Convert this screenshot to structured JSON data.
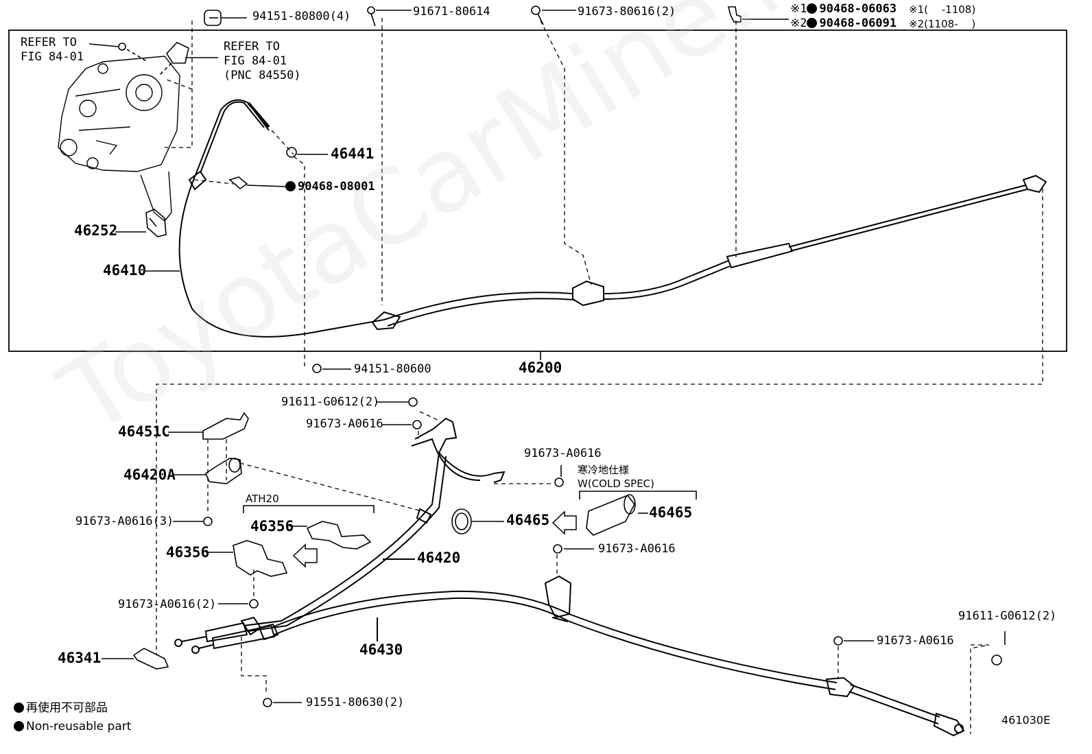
{
  "watermark": "ToyotaCarMine.ru",
  "diagram_code": "461030E",
  "refer_left": [
    "REFER TO",
    "FIG 84-01"
  ],
  "refer_right": [
    "REFER TO",
    "FIG 84-01",
    "(PNC 84550)"
  ],
  "variant_notes": {
    "mark1": "※1",
    "mark2": "※2",
    "part1": "90468-06063",
    "part2": "90468-06091",
    "range1": "※1(　 -1108)",
    "range2": "※2(1108-　 )"
  },
  "parts": {
    "p94151_80800": "94151-80800(4)",
    "p91671_80614": "91671-80614",
    "p91673_80616": "91673-80616(2)",
    "p46441": "46441",
    "p90468_08001": "90468-08001",
    "p46252": "46252",
    "p46410": "46410",
    "p94151_80600": "94151-80600",
    "p46200": "46200",
    "p91611_G0612a": "91611-G0612(2)",
    "p91673_A0616a": "91673-A0616",
    "p46451C": "46451C",
    "p46420A": "46420A",
    "p91673_A0616b": "91673-A0616",
    "p91673_A0616_3": "91673-A0616(3)",
    "p46356a": "46356",
    "p46356b": "46356",
    "p46465a": "46465",
    "p46465b": "46465",
    "p91673_A0616c": "91673-A0616",
    "p46420": "46420",
    "p91673_A0616_2": "91673-A0616(2)",
    "p46430": "46430",
    "p46341": "46341",
    "p91551_80630": "91551-80630(2)",
    "p91611_G0612b": "91611-G0612(2)",
    "p91673_A0616d": "91673-A0616"
  },
  "ath20": "ATH20",
  "cold_spec_jp": "寒冷地仕様",
  "cold_spec_en": "W(COLD SPEC)",
  "legend": {
    "jp": "再使用不可部品",
    "en": "Non-reusable part"
  }
}
